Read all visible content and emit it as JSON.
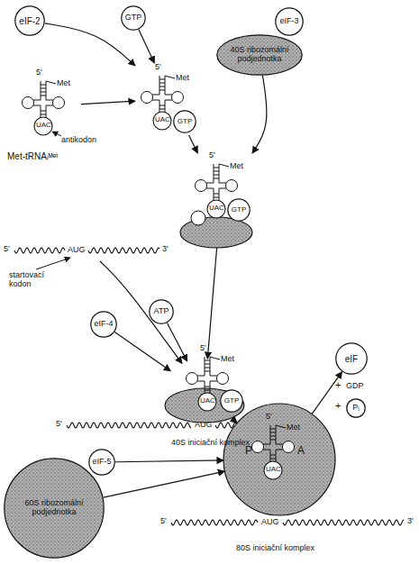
{
  "diagram": {
    "nodes": [
      {
        "text": [
          "eIF-2"
        ]
      },
      {
        "text": [
          "GTP"
        ]
      },
      {
        "text": [
          "5'",
          "Met",
          "UAC"
        ]
      },
      {
        "text": [
          "5'",
          "Met",
          "UAC"
        ]
      },
      {
        "text": [
          "GTP"
        ],
        "in": 3
      },
      {
        "text": [
          "40S ribozomální podjednotka"
        ]
      },
      {
        "text": [
          "eIF-3"
        ]
      },
      {
        "text": [
          "5'",
          "Met",
          "UAC"
        ]
      },
      {
        "text": [
          "GTP"
        ],
        "in": 7
      },
      {
        "text": [
          "5'",
          "AUG",
          "3'"
        ]
      },
      {
        "text": [
          "ATP"
        ]
      },
      {
        "text": [
          "eIF-4"
        ]
      },
      {
        "text": [
          "5'",
          "Met",
          "UAC",
          "5'",
          "AUG",
          "3'"
        ]
      },
      {
        "text": [
          "GTP"
        ],
        "in": 12
      },
      {
        "text": [
          "eIF-5"
        ]
      },
      {
        "text": [
          "60S ribozomální podjednotka"
        ]
      },
      {
        "text": [
          "5'",
          "Met",
          "P",
          "A",
          "UAC",
          "5'",
          "AUG",
          "3'"
        ]
      },
      {
        "text": [
          "eIF"
        ]
      },
      {
        "text": [
          "Pᵢ"
        ]
      }
    ],
    "edges": [
      {
        "from": 0,
        "to": 3,
        "arrow": "to"
      },
      {
        "from": 1,
        "to": 3,
        "arrow": "to"
      },
      {
        "from": 2,
        "to": 3,
        "arrow": "to"
      },
      {
        "from": 3,
        "to": 7,
        "arrow": "to"
      },
      {
        "from": 5,
        "to": 7,
        "arrow": "to"
      },
      {
        "from": 7,
        "to": 12,
        "arrow": "to"
      },
      {
        "from": 9,
        "to": 12,
        "arrow": "to"
      },
      {
        "from": 10,
        "to": 12,
        "arrow": "to"
      },
      {
        "from": 11,
        "to": 12,
        "arrow": "to"
      },
      {
        "from": 12,
        "to": 16,
        "arrow": "to"
      },
      {
        "from": 14,
        "to": 16,
        "arrow": "to"
      },
      {
        "from": 15,
        "to": 16,
        "arrow": "to"
      },
      {
        "from": 16,
        "to": 17,
        "arrow": "to"
      }
    ],
    "labels": [
      "antikodon",
      "Met-tRNAᵢᴹᵉᵗ",
      "startovací kodon",
      "40S iniciační komplex",
      "80S iniciační komplex",
      "+",
      "GDP",
      "+"
    ]
  }
}
